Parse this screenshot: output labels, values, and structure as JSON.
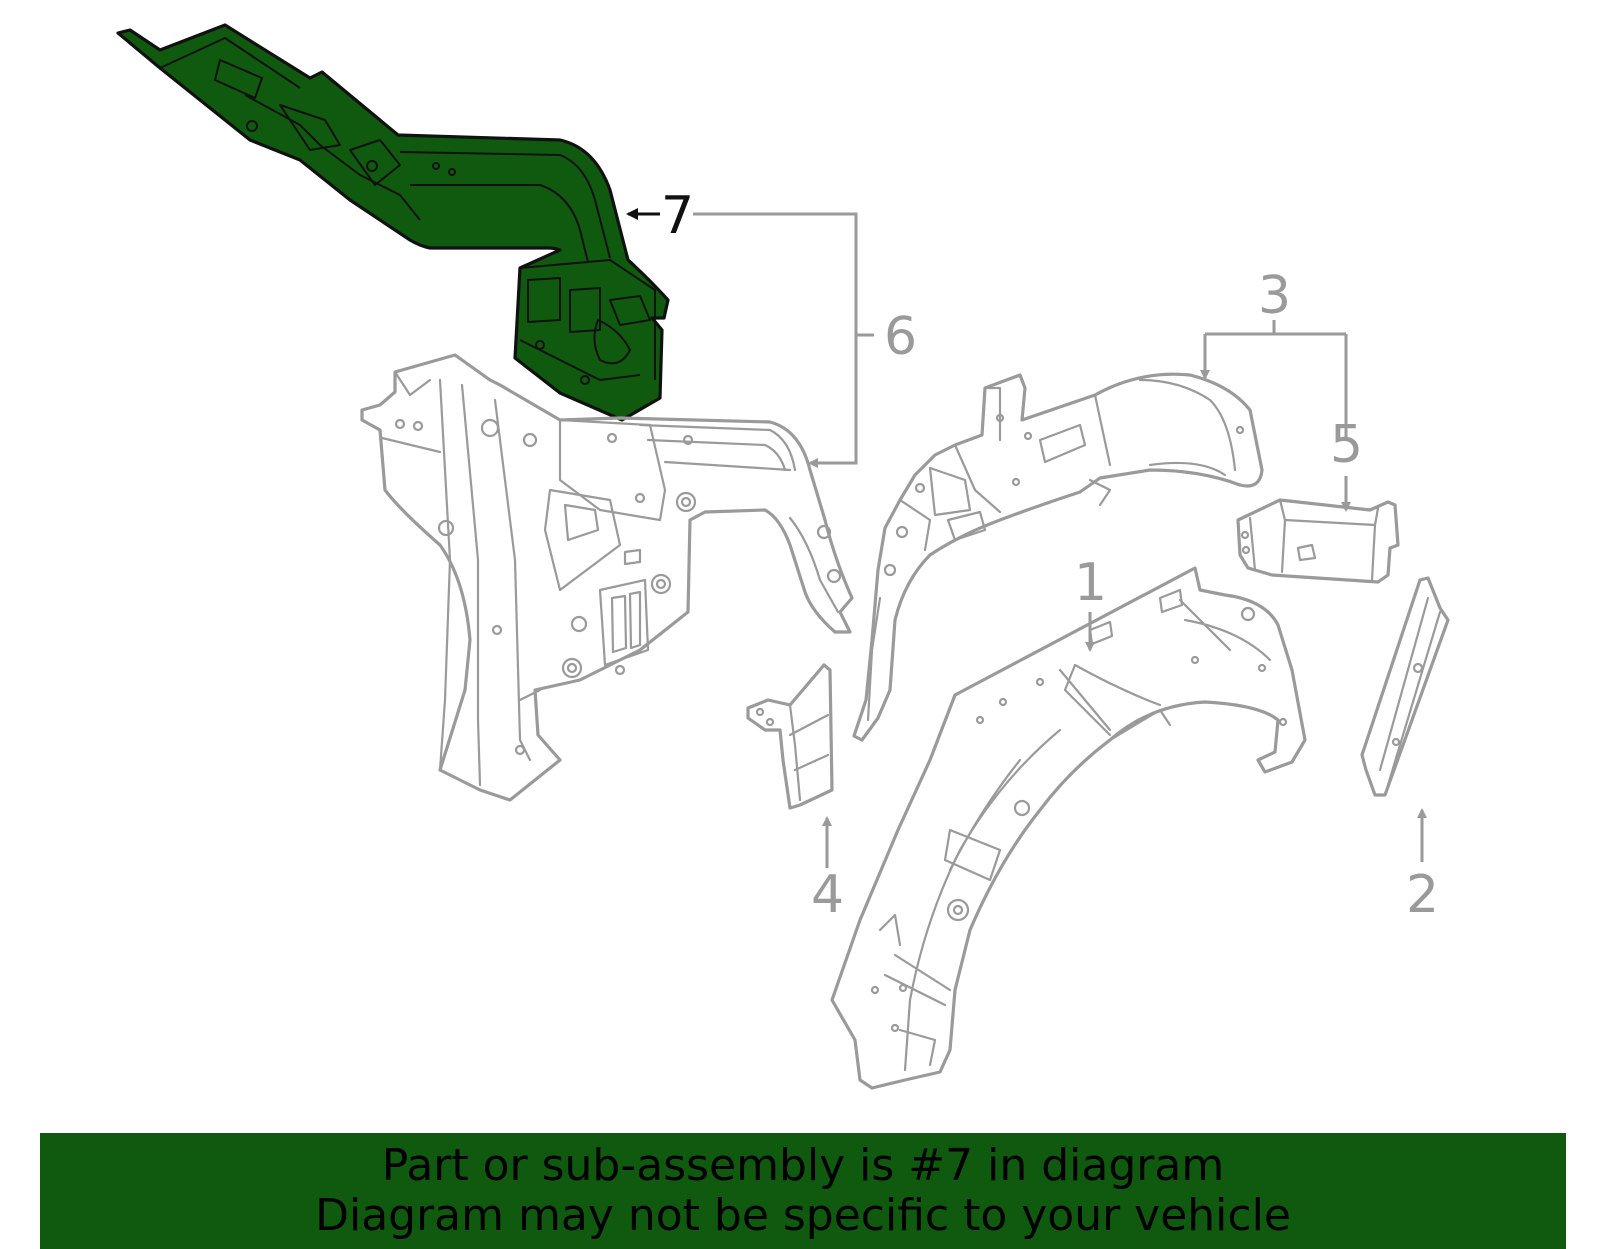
{
  "callouts": {
    "c1": "1",
    "c2": "2",
    "c3": "3",
    "c4": "4",
    "c5": "5",
    "c6": "6",
    "c7": "7"
  },
  "highlighted_part": "7",
  "colors": {
    "highlight": "#0f5a0f",
    "outline_selected": "#111111",
    "outline_other": "#9a9a9a",
    "banner_bg": "#0f5a0f"
  },
  "banner": {
    "line1": "Part or sub-assembly is #7 in diagram",
    "line2": "Diagram may not be specific to your vehicle"
  }
}
